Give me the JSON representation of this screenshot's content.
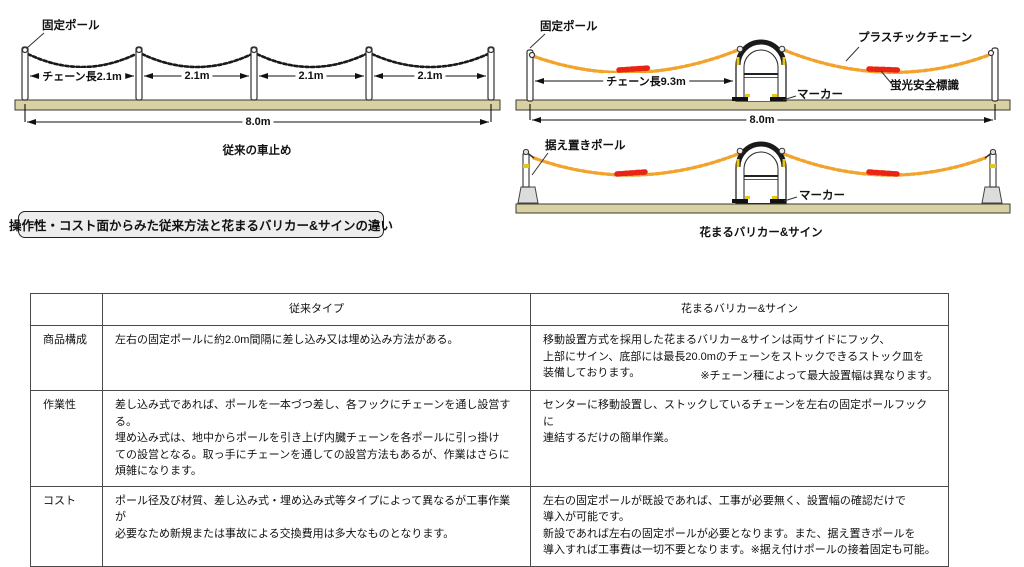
{
  "colors": {
    "ground": "#d8d1a3",
    "chain_black": "#1a1a1a",
    "chain_orange": "#f2a32c",
    "fluorescent_red": "#ea2412",
    "marker_yellow": "#e6c619",
    "section_box_bg": "#ededed"
  },
  "diagram_traditional": {
    "pole_label": "固定ポール",
    "dim_span_1": "チェーン長2.1m",
    "dim_span_2": "2.1m",
    "dim_span_3": "2.1m",
    "dim_span_4": "2.1m",
    "dim_total": "8.0m",
    "caption": "従来の車止め"
  },
  "diagram_fixed": {
    "pole_label": "固定ポール",
    "chain_label": "プラスチックチェーン",
    "sign_label": "蛍光安全標識",
    "dim_chain": "チェーン長9.3m",
    "marker_label": "マーカー",
    "dim_total": "8.0m"
  },
  "diagram_standing": {
    "pole_label": "据え置きポール",
    "marker_label": "マーカー",
    "caption": "花まるバリカー&サイン"
  },
  "section_title": "操作性・コスト面からみた従来方法と花まるバリカー&サインの違い",
  "table": {
    "headers": {
      "traditional": "従来タイプ",
      "hanamaru": "花まるバリカー&サイン"
    },
    "rows": [
      {
        "label": "商品構成",
        "traditional": "左右の固定ポールに約2.0m間隔に差し込み又は埋め込み方法がある。",
        "hanamaru": "移動設置方式を採用した花まるバリカー&サインは両サイドにフック、\n上部にサイン、底部には最長20.0mのチェーンをストックできるストック皿を\n装備しております。",
        "hanamaru_note": "※チェーン種によって最大設置幅は異なります。"
      },
      {
        "label": "作業性",
        "traditional": "差し込み式であれば、ポールを一本づつ差し、各フックにチェーンを通し設営する。\n埋め込み式は、地中からポールを引き上げ内臓チェーンを各ポールに引っ掛け\nての設営となる。取っ手にチェーンを通しての設営方法もあるが、作業はさらに\n煩雑になります。",
        "hanamaru": "センターに移動設置し、ストックしているチェーンを左右の固定ポールフックに\n連結するだけの簡単作業。"
      },
      {
        "label": "コスト",
        "traditional": "ポール径及び材質、差し込み式・埋め込み式等タイプによって異なるが工事作業が\n必要なため新規または事故による交換費用は多大なものとなります。",
        "hanamaru": "左右の固定ポールが既設であれば、工事が必要無く、設置幅の確認だけで\n導入が可能です。\n新設であれば左右の固定ポールが必要となります。また、据え置きポールを\n導入すれば工事費は一切不要となります。※据え付けポールの接着固定も可能。"
      }
    ]
  }
}
